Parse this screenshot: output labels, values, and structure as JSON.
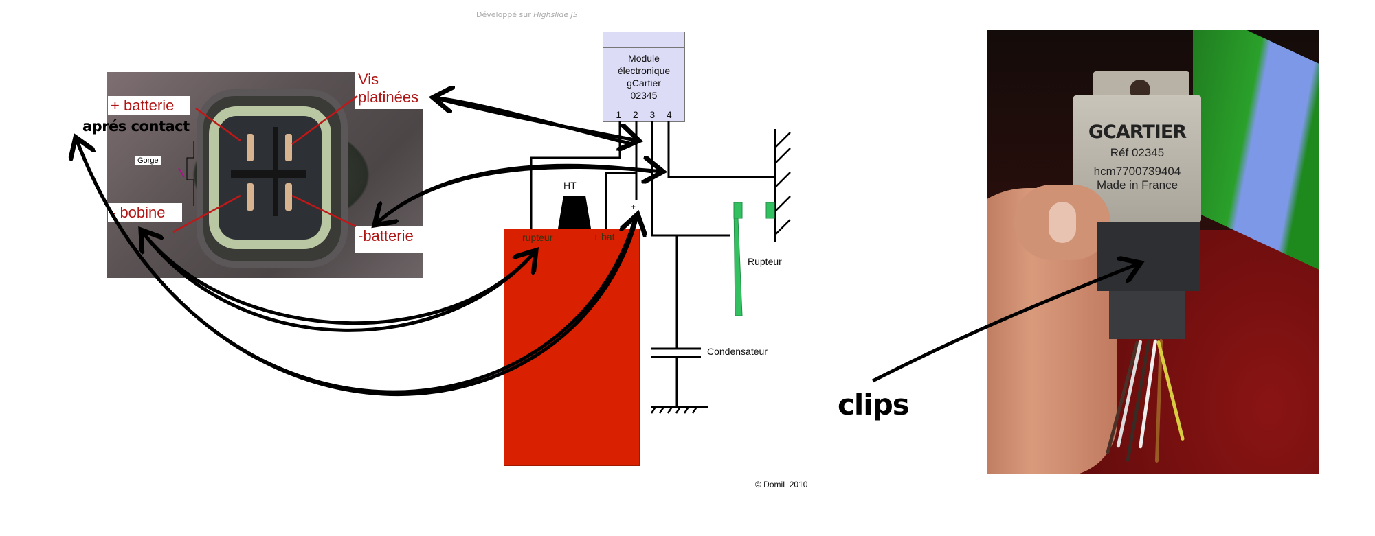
{
  "credit": {
    "prefix": "Développé sur",
    "name": "Highslide JS"
  },
  "connector_photo": {
    "labels": {
      "plus_batterie": "+ batterie",
      "apres_contact": "aprés contact",
      "vis_platinees_1": "Vis",
      "vis_platinees_2": "platinées",
      "gorge": "Gorge",
      "moins_bobine": "- bobine",
      "moins_batterie": "-batterie"
    }
  },
  "module": {
    "lines": [
      "Module",
      "électronique",
      "gCartier",
      "02345"
    ],
    "pins": [
      "1",
      "2",
      "3",
      "4"
    ]
  },
  "coil": {
    "ht_label": "HT",
    "rupteur_label": "rupteur",
    "bat_label": "+ bat",
    "plus_sign": "+"
  },
  "rupteur_label": "Rupteur",
  "condensateur_label": "Condensateur",
  "copyright": "© DomiL 2010",
  "clips_label": "clips",
  "module_photo": {
    "brand": "GCARTIER",
    "ref": "Réf 02345",
    "part": "hcm7700739404",
    "origin": "Made in France"
  },
  "colors": {
    "coil": "#d92000",
    "module_fill": "#dcdcf7",
    "contacts": "#33c060",
    "label_red": "#b01515"
  }
}
